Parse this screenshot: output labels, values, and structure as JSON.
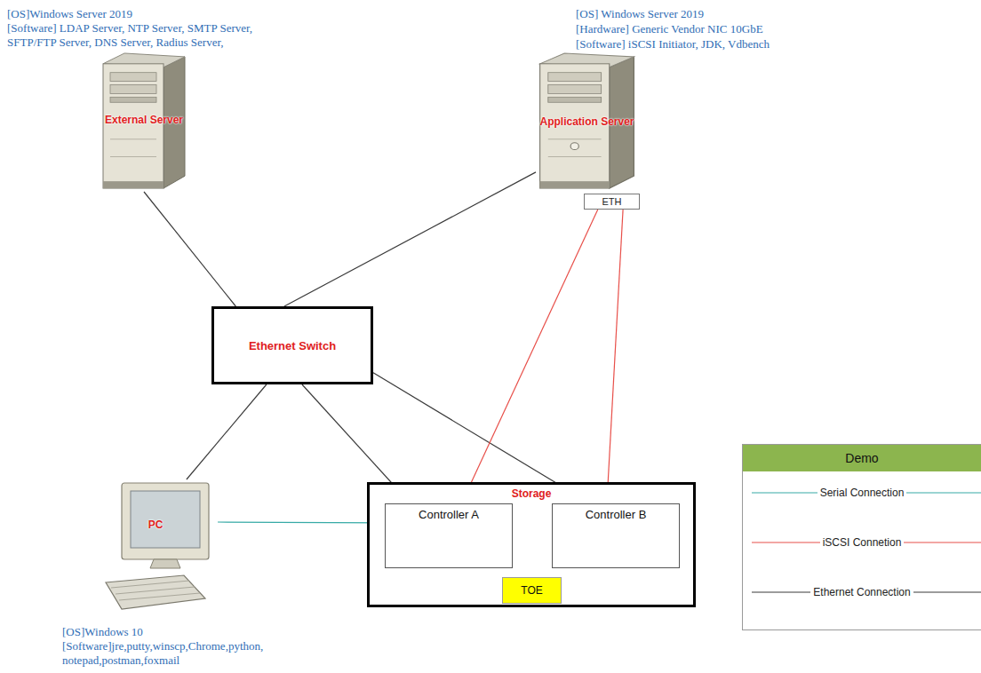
{
  "diagram": {
    "nodes": [
      {
        "text": [
          "External Server"
        ]
      },
      {
        "text": [
          "Application Server"
        ]
      },
      {
        "text": [
          "ETH"
        ]
      },
      {
        "text": [
          "Ethernet Switch"
        ]
      },
      {
        "text": [
          "PC"
        ]
      },
      {
        "text": [
          "Storage"
        ]
      },
      {
        "text": [
          "Controller A"
        ],
        "in": 5
      },
      {
        "text": [
          "Controller B"
        ],
        "in": 5
      },
      {
        "text": [
          "TOE"
        ],
        "in": 5
      }
    ],
    "edges": [
      {
        "from": 0,
        "to": 3,
        "arrow": "none"
      },
      {
        "from": 1,
        "to": 3,
        "arrow": "none"
      },
      {
        "from": 3,
        "to": 4,
        "arrow": "none"
      },
      {
        "from": 3,
        "to": 6,
        "arrow": "none"
      },
      {
        "from": 3,
        "to": 7,
        "arrow": "none"
      },
      {
        "from": 4,
        "to": 6,
        "arrow": "none"
      },
      {
        "from": 2,
        "to": 6,
        "arrow": "none"
      },
      {
        "from": 2,
        "to": 7,
        "arrow": "none"
      }
    ],
    "labels": [
      "[OS]Windows Server 2019",
      "[Software] LDAP Server, NTP Server, SMTP Server, SFTP/FTP Server, DNS Server, Radius Server,",
      "[OS] Windows Server 2019",
      "[Hardware] Generic Vendor NIC 10GbE",
      "[Software] iSCSI Initiator, JDK, Vdbench",
      "[OS]Windows 10",
      "[Software]jre,putty,winscp,Chrome,python, notepad,postman,foxmail",
      "Demo"
    ],
    "legend": [
      {
        "text": "Serial Connection"
      },
      {
        "text": "iSCSI Connetion"
      },
      {
        "text": "Ethernet Connection"
      }
    ]
  }
}
